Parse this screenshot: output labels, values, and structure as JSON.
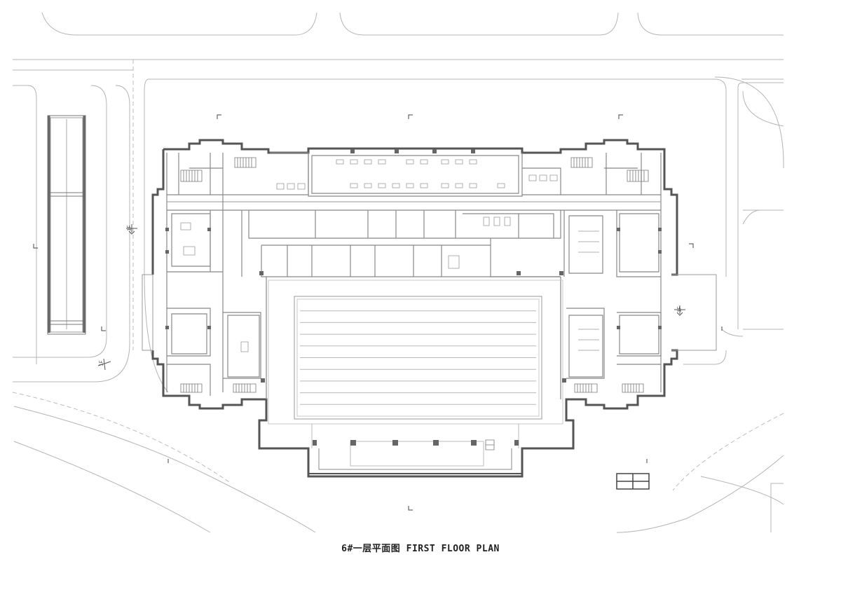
{
  "caption": "6#一层平面图 FIRST FLOOR PLAN",
  "entrance_marks": {
    "left": "1F",
    "right": "1F",
    "bottom_left": "1F"
  },
  "colors": {
    "line": "#9a9a9a",
    "wall": "#555555",
    "column": "#666666",
    "pool": "#b8b8b8"
  },
  "pool": {
    "lanes": 10
  },
  "icons": [
    "north-corner-mark",
    "stair-icon",
    "entrance-arrow-icon"
  ]
}
